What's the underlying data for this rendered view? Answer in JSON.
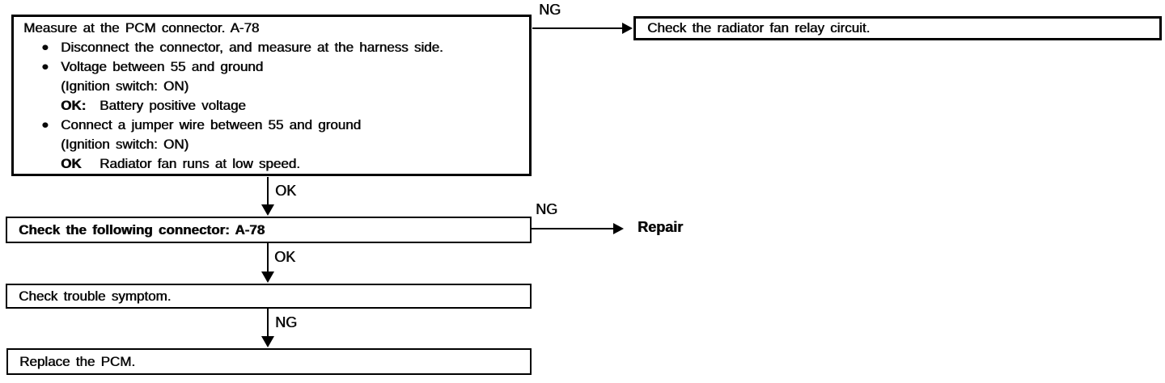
{
  "flow": {
    "box1": {
      "title": "Measure at the PCM connector. A-78",
      "bullet_glyph": "●",
      "items": [
        {
          "lines": [
            {
              "prefix": "",
              "text": "Disconnect the connector, and measure at the harness side."
            }
          ]
        },
        {
          "lines": [
            {
              "prefix": "",
              "text": "Voltage between 55 and ground"
            },
            {
              "prefix": "",
              "text": "(Ignition switch: ON)"
            },
            {
              "prefix": "OK:",
              "text": "Battery positive voltage"
            }
          ]
        },
        {
          "lines": [
            {
              "prefix": "",
              "text": "Connect a jumper wire between 55 and ground"
            },
            {
              "prefix": "",
              "text": "(Ignition switch: ON)"
            },
            {
              "prefix": "OK",
              "text": "Radiator fan runs at low speed."
            }
          ]
        }
      ]
    },
    "box_relay": {
      "text": "Check the radiator fan relay circuit."
    },
    "box2": {
      "text": "Check the following connector: A-78"
    },
    "box3": {
      "text": "Check trouble symptom."
    },
    "box4": {
      "text": "Replace the PCM."
    },
    "labels": {
      "ng1": "NG",
      "ok1": "OK",
      "ng2": "NG",
      "repair": "Repair",
      "ok2": "OK",
      "ng3": "NG"
    }
  },
  "colors": {
    "ink": "#000000",
    "paper": "#ffffff"
  }
}
